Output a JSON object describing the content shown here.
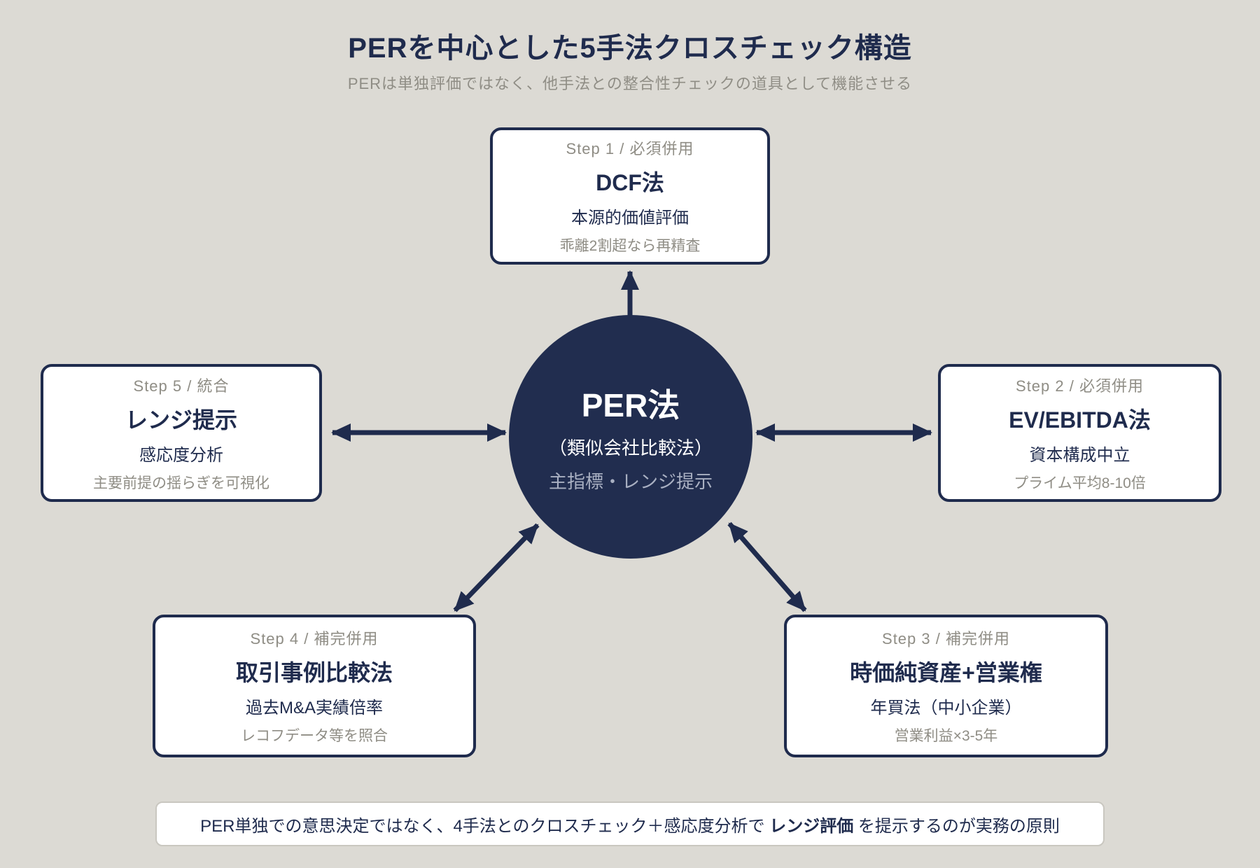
{
  "page": {
    "title": "PERを中心とした5手法クロスチェック構造",
    "subtitle": "PERは単独評価ではなく、他手法との整合性チェックの道具として機能させる"
  },
  "center": {
    "title": "PER法",
    "subtitle": "（類似会社比較法）",
    "note": "主指標・レンジ提示"
  },
  "nodes": [
    {
      "label": "Step 1 / 必須併用",
      "title": "DCF法",
      "line1": "本源的価値評価",
      "line2": "乖離2割超なら再精査"
    },
    {
      "label": "Step 2 / 必須併用",
      "title": "EV/EBITDA法",
      "line1": "資本構成中立",
      "line2": "プライム平均8-10倍"
    },
    {
      "label": "Step 3 / 補完併用",
      "title": "時価純資産+営業権",
      "line1": "年買法（中小企業）",
      "line2": "営業利益×3-5年"
    },
    {
      "label": "Step 4 / 補完併用",
      "title": "取引事例比較法",
      "line1": "過去M&A実績倍率",
      "line2": "レコフデータ等を照合"
    },
    {
      "label": "Step 5 / 統合",
      "title": "レンジ提示",
      "line1": "感応度分析",
      "line2": "主要前提の揺らぎを可視化"
    }
  ],
  "footer": {
    "prefix": "PER単独での意思決定ではなく、4手法とのクロスチェック＋感応度分析で ",
    "highlight": "レンジ評価",
    "suffix": " を提示するのが実務の原則"
  },
  "colors": {
    "background": "#dcdad4",
    "navy": "#1f2b4d",
    "circle_fill": "#212d4f",
    "gray_text": "#8f8d85",
    "circle_note_text": "#a9b0c2",
    "box_background": "#ffffff",
    "banner_border": "#c9c7c0"
  }
}
